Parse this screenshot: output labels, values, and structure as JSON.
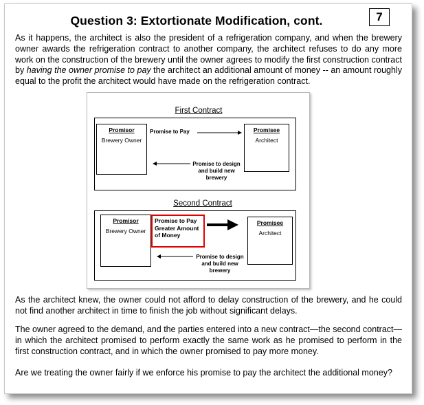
{
  "slide": {
    "title": "Question 3:  Extortionate Modification, cont.",
    "page_number": "7"
  },
  "paragraphs": {
    "p1_before": "As it happens, the architect is also the president of a refrigeration company, and when the brewery owner awards the refrigeration contract to another company, the architect refuses to do any more work on the construction of the brewery until the owner agrees to modify the first construction contract by ",
    "p1_italic": "having the owner promise to pay",
    "p1_after": " the architect an additional amount of money -- an amount roughly equal to the profit the architect would have made on the refrigeration contract.",
    "p2": "As the architect knew, the owner could not afford to delay construction of the brewery, and he could not find another architect in time to finish the job without significant delays.",
    "p3": "The owner agreed to the demand, and the parties entered into a new contract—the second contract—in which the architect promised to perform exactly the same work as he promised to perform in the first construction contract, and in which the owner promised to pay more money.",
    "p4": "Are we treating the owner fairly if we enforce his promise to pay the architect the additional money?"
  },
  "diagram": {
    "first_contract": {
      "heading": "First Contract",
      "promisor_role": "Promisor",
      "promisor_name": "Brewery Owner",
      "promisee_role": "Promisee",
      "promisee_name": "Architect",
      "promise_to_pay": "Promise to Pay",
      "promise_design_1": "Promise to design",
      "promise_design_2": "and build new",
      "promise_design_3": "brewery"
    },
    "second_contract": {
      "heading": "Second Contract",
      "promisor_role": "Promisor",
      "promisor_name": "Brewery Owner",
      "promisee_role": "Promisee",
      "promisee_name": "Architect",
      "pay_more_1": "Promise to Pay",
      "pay_more_2": "Greater Amount",
      "pay_more_3": "of Money",
      "promise_design_1": "Promise to design",
      "promise_design_2": "and build new",
      "promise_design_3": "brewery"
    },
    "colors": {
      "highlight": "#e00000",
      "border": "#000000"
    }
  }
}
